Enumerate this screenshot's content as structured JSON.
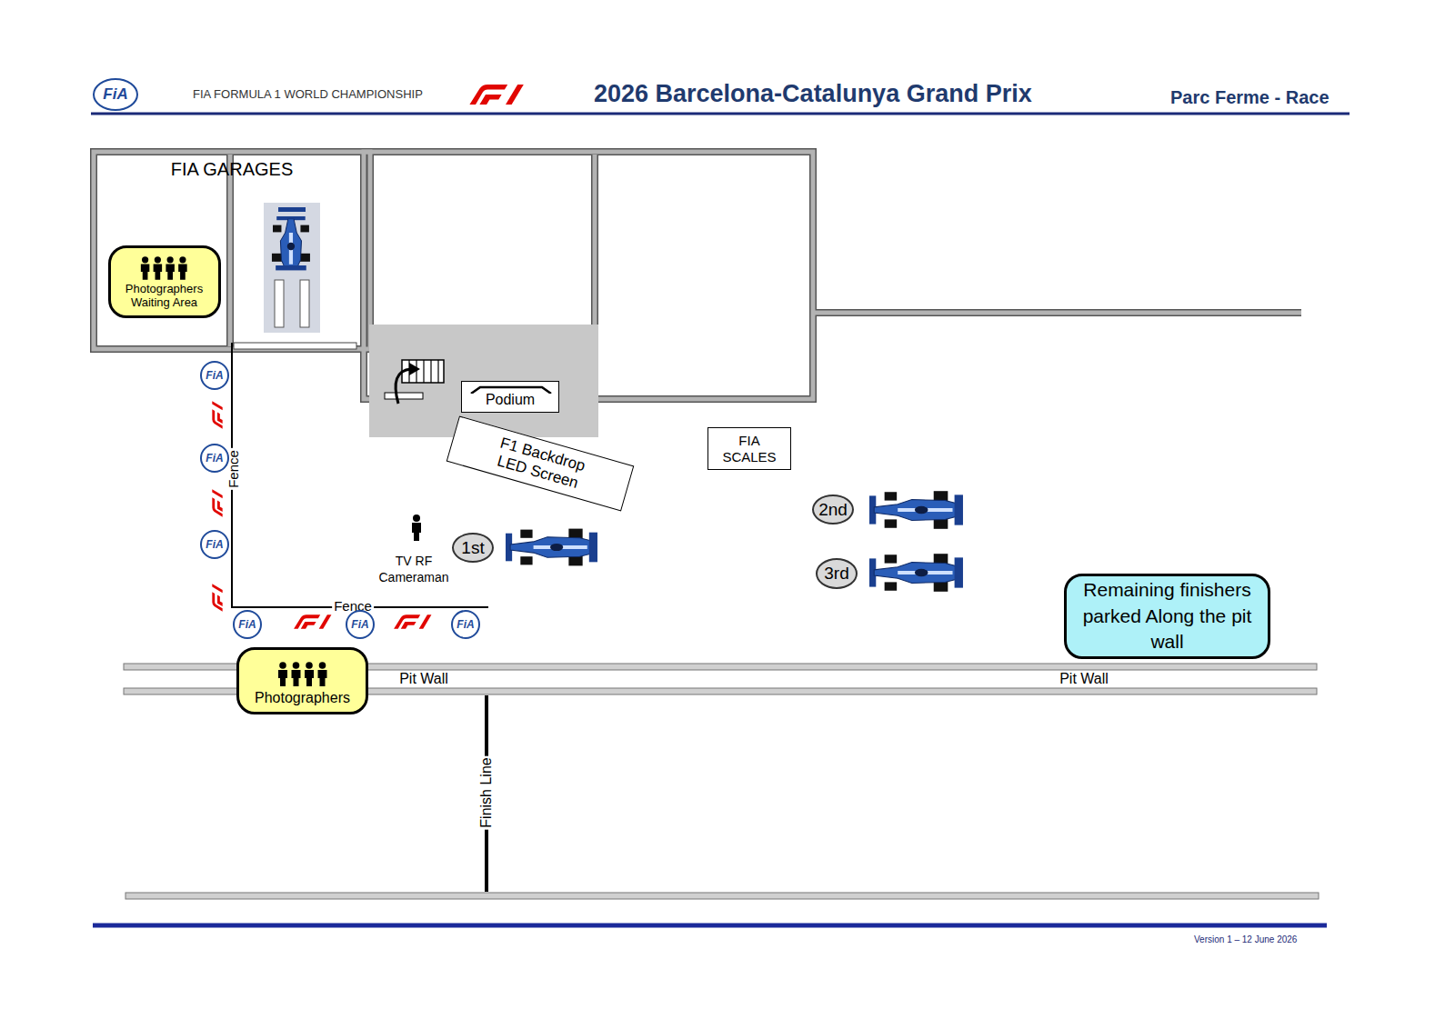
{
  "diagram": {
    "title": "2026 Barcelona-Catalunya Grand Prix",
    "nodes": [
      {
        "text": [
          "FIA GARAGES"
        ]
      },
      {
        "text": [
          "Photographers Waiting Area"
        ],
        "in": 0
      },
      {
        "text": [
          "Podium"
        ]
      },
      {
        "text": [
          "F1 Backdrop LED Screen"
        ]
      },
      {
        "text": [
          "FIA SCALES"
        ]
      },
      {
        "text": [
          "1st"
        ]
      },
      {
        "text": [
          "2nd"
        ]
      },
      {
        "text": [
          "3rd"
        ]
      },
      {
        "text": [
          "Remaining finishers parked Along the pit wall"
        ]
      },
      {
        "text": [
          "Photographers"
        ]
      }
    ],
    "labels": [
      "FIA FORMULA 1 WORLD CHAMPIONSHIP",
      "Parc Ferme - Race",
      "FiA",
      "Fence",
      "Fence",
      "TV RF Cameraman",
      "Pit Wall",
      "Pit Wall",
      "Finish Line",
      "Version 1 – 12 June 2026",
      "FiA",
      "FiA",
      "FiA",
      "FiA",
      "FiA",
      "FiA"
    ]
  }
}
